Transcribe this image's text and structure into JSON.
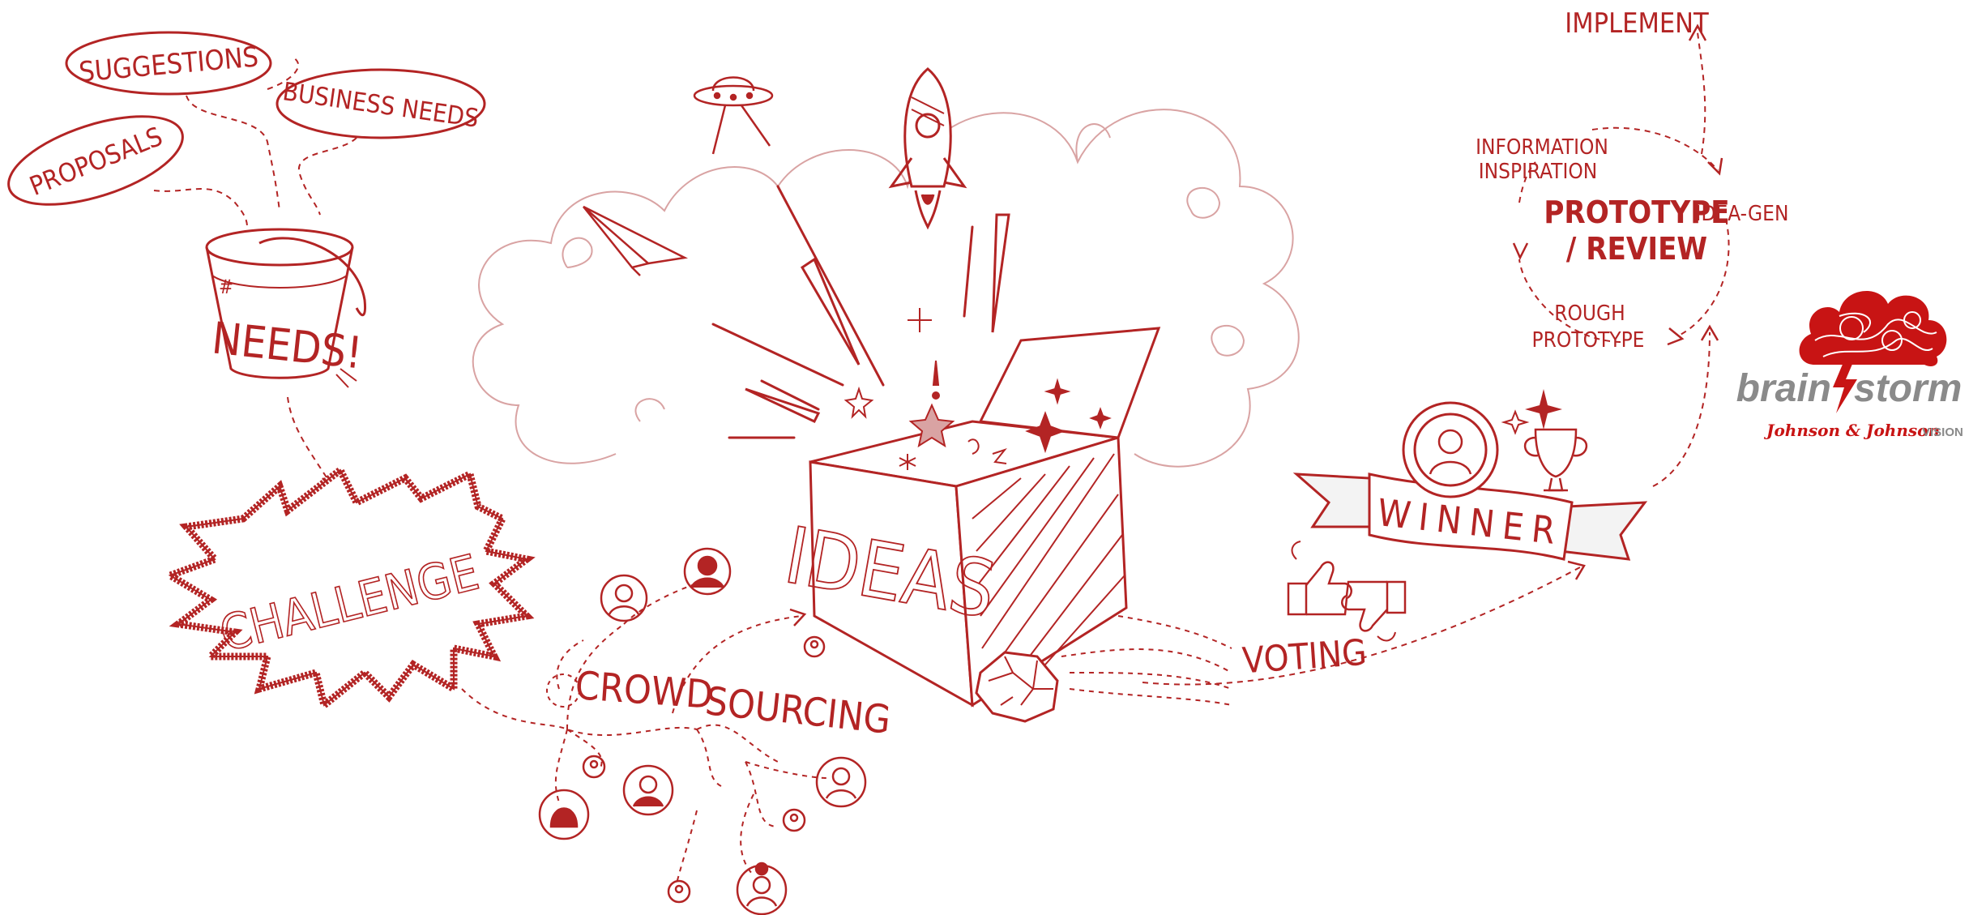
{
  "colors": {
    "ink": "#b32424",
    "light": "#d9a3a3",
    "grey": "#8a8a8a",
    "brand_red": "#c81414"
  },
  "labels": {
    "suggestions": "SUGGESTIONS",
    "business_needs": "BUSINESS NEEDS",
    "proposals": "PROPOSALS",
    "needs": "NEEDS!",
    "challenge": "CHALLENGE",
    "crowd": "CROWD",
    "sourcing": "SOURCING",
    "ideas": "IDEAS",
    "voting": "VOTING",
    "winner": "WINNER",
    "implement": "IMPLEMENT",
    "information": "INFORMATION",
    "inspiration": "INSPIRATION",
    "prototype": "PROTOTYPE",
    "review": "/ REVIEW",
    "idea_gen": "IDEA-GEN",
    "rough": "ROUGH",
    "rough_prototype": "PROTOTYPE"
  },
  "logo": {
    "brain": "brain",
    "storm": "storm",
    "company": "Johnson & Johnson",
    "vision": "VISION"
  },
  "icons": [
    "ufo-icon",
    "rocket-icon",
    "paper-plane-icon",
    "bucket-icon",
    "star-icon",
    "thumbs-up-icon",
    "thumbs-down-icon",
    "trophy-icon",
    "person-icon",
    "crumpled-paper-icon",
    "brain-cloud-icon",
    "lightning-icon"
  ]
}
